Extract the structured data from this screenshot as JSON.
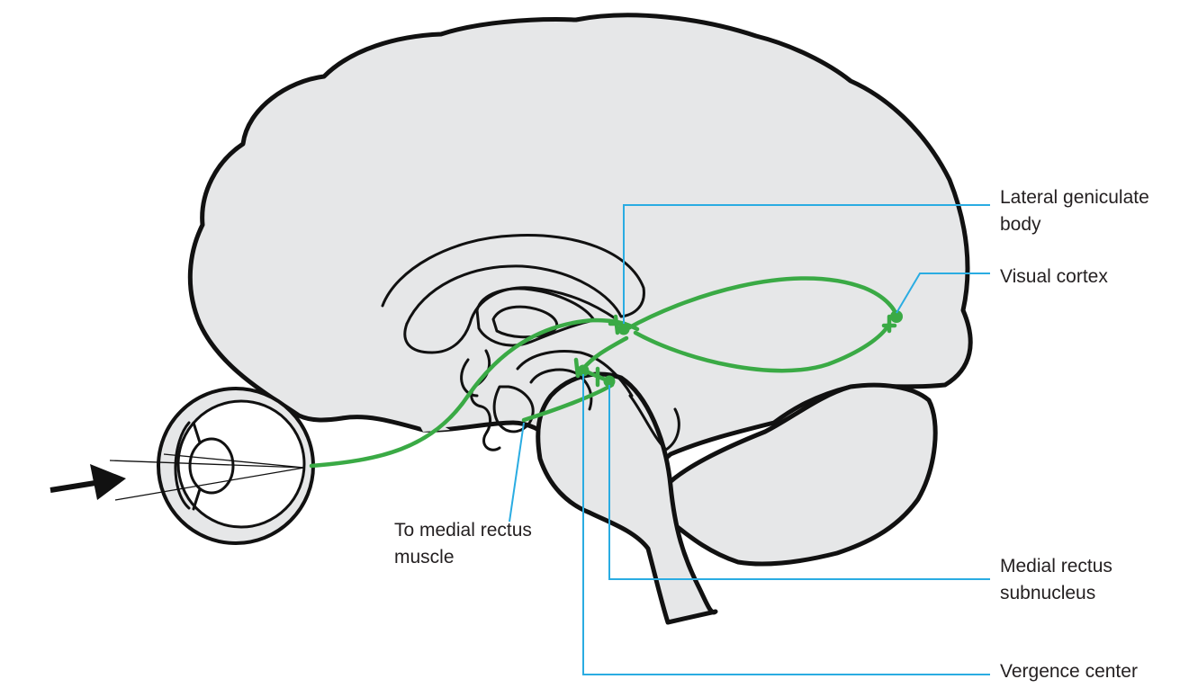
{
  "colors": {
    "pathway": "#3aaa45",
    "leader": "#2aace2",
    "brain_fill": "#e6e7e8",
    "outline": "#111111"
  },
  "labels": {
    "lateral_geniculate": [
      "Lateral geniculate",
      "body"
    ],
    "visual_cortex": [
      "Visual cortex"
    ],
    "to_medial_rectus": [
      "To medial rectus",
      "muscle"
    ],
    "medial_rectus_subnucleus": [
      "Medial rectus",
      "subnucleus"
    ],
    "vergence_center": [
      "Vergence center"
    ]
  },
  "icons": {
    "incoming_light": "arrow-right-icon",
    "eye": "eye-icon"
  }
}
